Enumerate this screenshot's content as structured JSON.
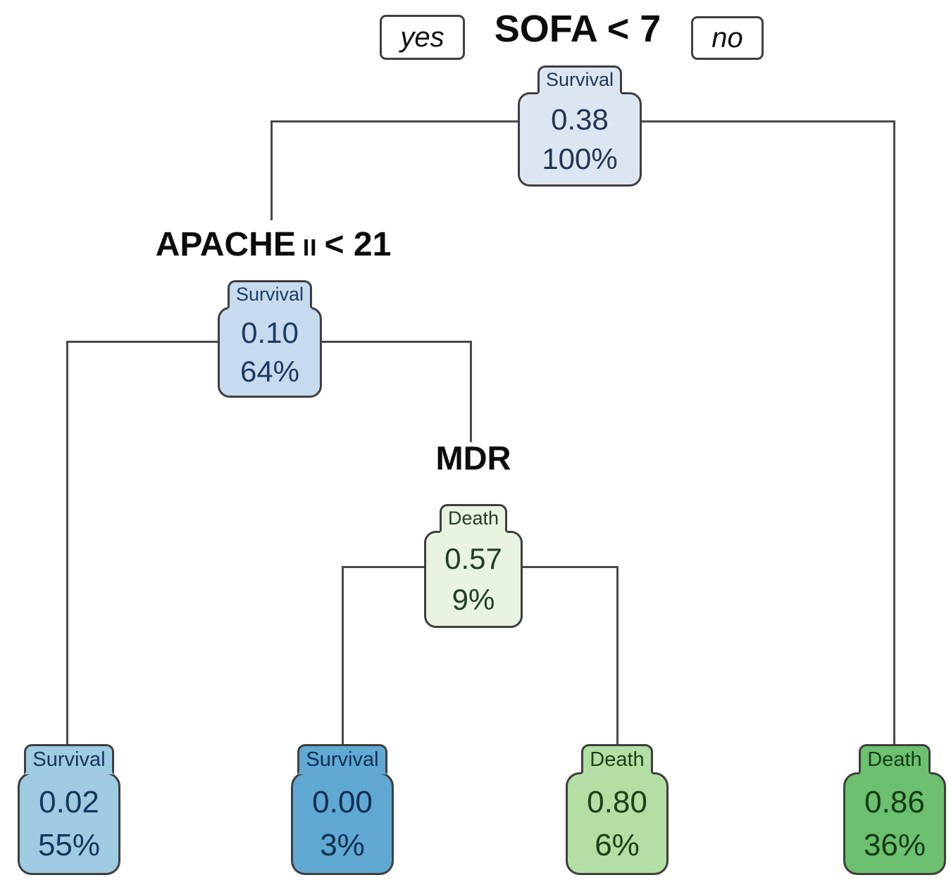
{
  "figure": {
    "type": "decision-tree",
    "background": "#ffffff",
    "branch_line_color": "#4a4a4a",
    "box_border_color": "#3f3f3f"
  },
  "edge_labels": {
    "yes": "yes",
    "no": "no"
  },
  "splits": {
    "root": "SOFA < 7",
    "apache": {
      "prefix": "APACHE",
      "roman": "II",
      "suffix": "< 21",
      "full": "APACHE II < 21"
    },
    "mdr": "MDR"
  },
  "nodes": {
    "root": {
      "label": "Survival",
      "value": "0.38",
      "percent": "100%",
      "fill": "#dce6f3",
      "ink": "#243450"
    },
    "apache": {
      "label": "Survival",
      "value": "0.10",
      "percent": "64%",
      "fill": "#c6dbee",
      "ink": "#1d3a5f"
    },
    "mdr": {
      "label": "Death",
      "value": "0.57",
      "percent": "9%",
      "fill": "#e8f3e0",
      "ink": "#233c26"
    },
    "leaf1": {
      "label": "Survival",
      "value": "0.02",
      "percent": "55%",
      "fill": "#9fcbe3",
      "ink": "#14365c"
    },
    "leaf2": {
      "label": "Survival",
      "value": "0.00",
      "percent": "3%",
      "fill": "#60a9d3",
      "ink": "#0f2f52"
    },
    "leaf3": {
      "label": "Death",
      "value": "0.80",
      "percent": "6%",
      "fill": "#b3dfa4",
      "ink": "#1b4019"
    },
    "leaf4": {
      "label": "Death",
      "value": "0.86",
      "percent": "36%",
      "fill": "#6cc06f",
      "ink": "#123c15"
    }
  },
  "branches": {
    "root": {
      "split": "SOFA < 7",
      "yes": "apache",
      "no": "leaf4"
    },
    "apache": {
      "split": "APACHE II < 21",
      "yes": "leaf1",
      "no": "mdr"
    },
    "mdr": {
      "split": "MDR",
      "yes": "leaf2",
      "no": "leaf3"
    }
  }
}
